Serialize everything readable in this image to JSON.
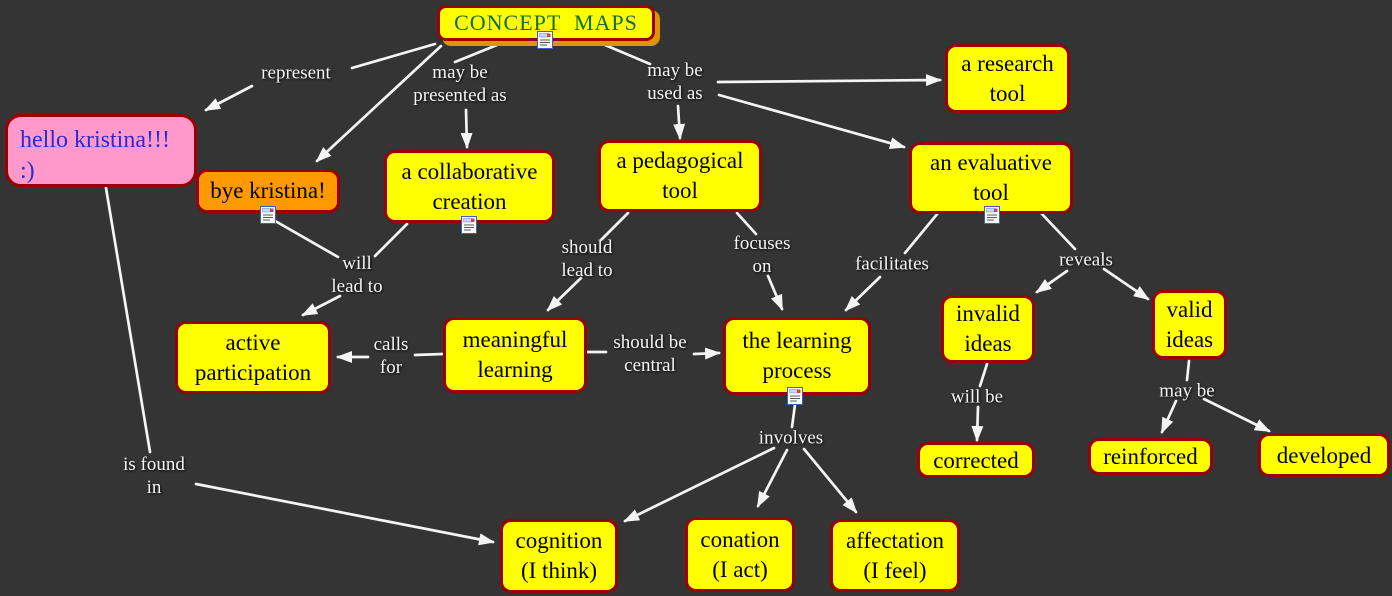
{
  "app": {
    "name": "concept map canvas"
  },
  "colors": {
    "background": "#343434",
    "node_yellow": "#ffff00",
    "node_border": "#9a0000",
    "node_orange": "#ff9900",
    "node_pink": "#ff99cc",
    "arrow_white": "#f4f4f4",
    "title_green": "#156a3c",
    "hello_blue": "#2b2bd4",
    "title_shadow_orange": "#dd9500"
  },
  "nodes": {
    "concept_maps": {
      "label": "CONCEPT  MAPS",
      "has_resource_icon": true
    },
    "hello_kristina": {
      "label": "hello kristina!!! :)",
      "has_resource_icon": false
    },
    "bye_kristina": {
      "label": "bye kristina!",
      "has_resource_icon": true
    },
    "collaborative_creation": {
      "label": "a collaborative creation",
      "has_resource_icon": true
    },
    "pedagogical_tool": {
      "label": "a pedagogical tool",
      "has_resource_icon": false
    },
    "research_tool": {
      "label": "a research tool",
      "has_resource_icon": false
    },
    "evaluative_tool": {
      "label": "an evaluative tool",
      "has_resource_icon": true
    },
    "active_participation": {
      "label": "active participation",
      "has_resource_icon": false
    },
    "meaningful_learning": {
      "label": "meaningful learning",
      "has_resource_icon": false
    },
    "learning_process": {
      "label": "the learning process",
      "has_resource_icon": true
    },
    "invalid_ideas": {
      "label": "invalid ideas",
      "has_resource_icon": false
    },
    "valid_ideas": {
      "label": "valid ideas",
      "has_resource_icon": false
    },
    "corrected": {
      "label": "corrected",
      "has_resource_icon": false
    },
    "reinforced": {
      "label": "reinforced",
      "has_resource_icon": false
    },
    "developed": {
      "label": "developed",
      "has_resource_icon": false
    },
    "cognition": {
      "label": "cognition (I think)",
      "has_resource_icon": false
    },
    "conation": {
      "label": "conation (I act)",
      "has_resource_icon": false
    },
    "affectation": {
      "label": "affectation (I feel)",
      "has_resource_icon": false
    }
  },
  "links": {
    "represent": "represent",
    "may_be_presented_as": "may be presented as",
    "may_be_used_as": "may be used as",
    "will_lead_to": "will lead to",
    "should_lead_to": "should lead to",
    "focuses_on": "focuses on",
    "facilitates": "facilitates",
    "reveals": "reveals",
    "calls_for": "calls for",
    "should_be_central": "should be central",
    "will_be": "will be",
    "may_be": "may be",
    "involves": "involves",
    "is_found_in": "is found in"
  },
  "edges": [
    {
      "from": "concept_maps",
      "label": "represent",
      "to": "hello_kristina"
    },
    {
      "from": "concept_maps",
      "label": "",
      "to": "bye_kristina"
    },
    {
      "from": "concept_maps",
      "label": "may be presented as",
      "to": "collaborative_creation"
    },
    {
      "from": "concept_maps",
      "label": "may be used as",
      "to": "pedagogical_tool"
    },
    {
      "from": "concept_maps",
      "label": "may be used as",
      "to": "research_tool"
    },
    {
      "from": "concept_maps",
      "label": "may be used as",
      "to": "evaluative_tool"
    },
    {
      "from": "bye_kristina",
      "label": "will lead to",
      "to": "active_participation"
    },
    {
      "from": "collaborative_creation",
      "label": "will lead to",
      "to": "active_participation"
    },
    {
      "from": "pedagogical_tool",
      "label": "should lead to",
      "to": "meaningful_learning"
    },
    {
      "from": "pedagogical_tool",
      "label": "focuses on",
      "to": "learning_process"
    },
    {
      "from": "meaningful_learning",
      "label": "calls for",
      "to": "active_participation"
    },
    {
      "from": "meaningful_learning",
      "label": "should be central",
      "to": "learning_process"
    },
    {
      "from": "evaluative_tool",
      "label": "facilitates",
      "to": "learning_process"
    },
    {
      "from": "evaluative_tool",
      "label": "reveals",
      "to": "invalid_ideas"
    },
    {
      "from": "evaluative_tool",
      "label": "reveals",
      "to": "valid_ideas"
    },
    {
      "from": "invalid_ideas",
      "label": "will be",
      "to": "corrected"
    },
    {
      "from": "valid_ideas",
      "label": "may be",
      "to": "reinforced"
    },
    {
      "from": "valid_ideas",
      "label": "may be",
      "to": "developed"
    },
    {
      "from": "learning_process",
      "label": "involves",
      "to": "cognition"
    },
    {
      "from": "learning_process",
      "label": "involves",
      "to": "conation"
    },
    {
      "from": "learning_process",
      "label": "involves",
      "to": "affectation"
    },
    {
      "from": "hello_kristina",
      "label": "is found in",
      "to": "cognition"
    }
  ]
}
